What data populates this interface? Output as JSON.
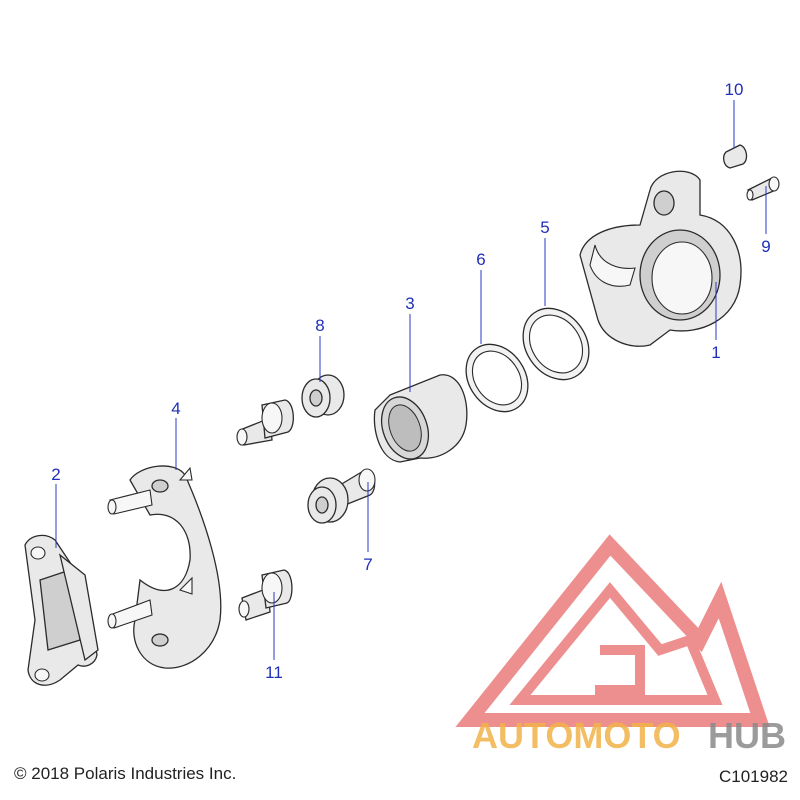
{
  "diagram": {
    "callouts": [
      {
        "id": "1",
        "label": "1"
      },
      {
        "id": "2",
        "label": "2"
      },
      {
        "id": "3",
        "label": "3"
      },
      {
        "id": "4",
        "label": "4"
      },
      {
        "id": "5",
        "label": "5"
      },
      {
        "id": "6",
        "label": "6"
      },
      {
        "id": "7",
        "label": "7"
      },
      {
        "id": "8",
        "label": "8"
      },
      {
        "id": "9",
        "label": "9"
      },
      {
        "id": "10",
        "label": "10"
      },
      {
        "id": "11",
        "label": "11"
      }
    ],
    "copyright": "© 2018 Polaris Industries Inc.",
    "drawing_code": "C101982"
  },
  "watermark": {
    "brand_part1": "AUTOMOTO",
    "brand_part2": "HUB",
    "colors": {
      "triangle": "#e96a6a",
      "gold": "#f2b24a",
      "gray": "#8a8a8a",
      "label_blue": "#1f2fb8"
    }
  }
}
